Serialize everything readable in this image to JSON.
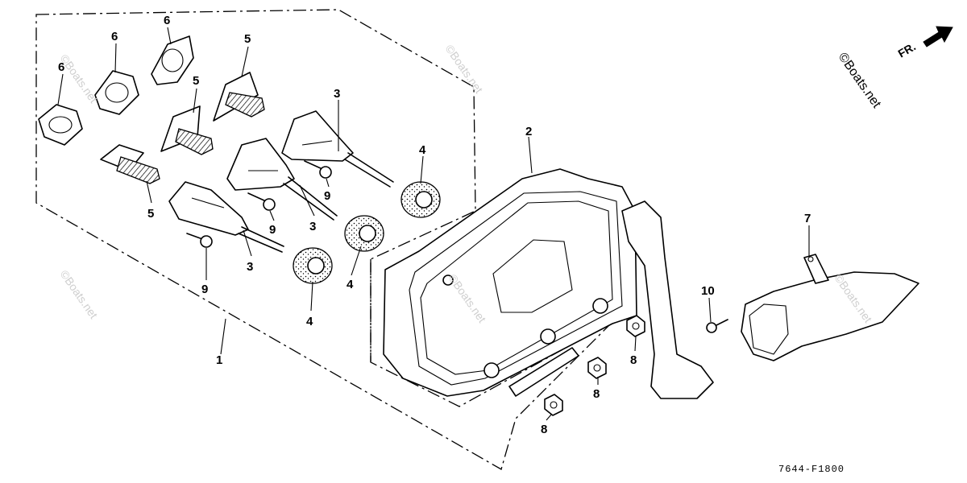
{
  "callouts": {
    "c1": "1",
    "c2": "2",
    "c3a": "3",
    "c3b": "3",
    "c3c": "3",
    "c4a": "4",
    "c4b": "4",
    "c4c": "4",
    "c5a": "5",
    "c5b": "5",
    "c5c": "5",
    "c6a": "6",
    "c6b": "6",
    "c6c": "6",
    "c7": "7",
    "c8a": "8",
    "c8b": "8",
    "c8c": "8",
    "c9a": "9",
    "c9b": "9",
    "c9c": "9",
    "c10": "10"
  },
  "direction_label": "FR.",
  "watermark": "©Boats.net",
  "diagram_code": "7644-F1800"
}
